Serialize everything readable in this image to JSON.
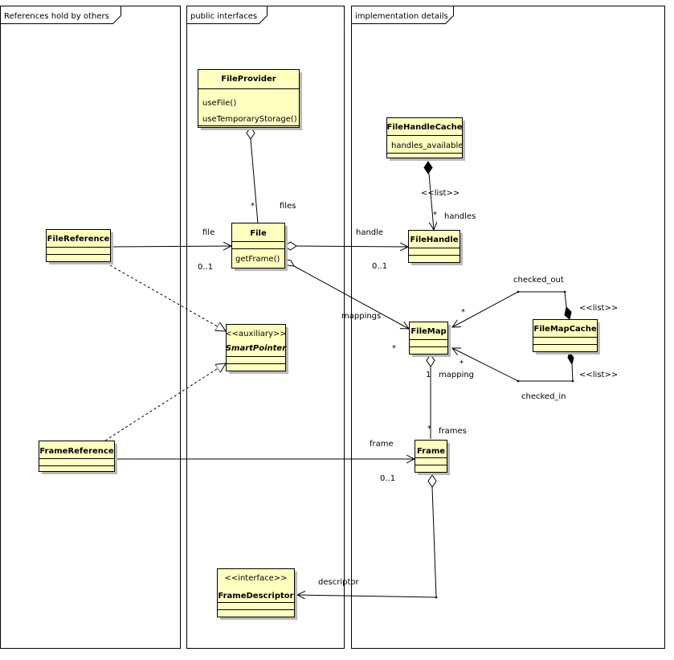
{
  "frames": {
    "references": "References hold by others",
    "public_interfaces": "public interfaces",
    "implementation": "implementation details"
  },
  "classes": {
    "file_provider": {
      "name": "FileProvider",
      "ops": [
        "useFile()",
        "useTemporaryStorage()"
      ]
    },
    "file_handle_cache": {
      "name": "FileHandleCache",
      "attr": "handles_available"
    },
    "file_reference": {
      "name": "FileReference"
    },
    "file": {
      "name": "File",
      "op": "getFrame()"
    },
    "file_handle": {
      "name": "FileHandle"
    },
    "smart_pointer": {
      "stereotype": "<<auxiliary>>",
      "name": "SmartPointer"
    },
    "file_map": {
      "name": "FileMap"
    },
    "file_map_cache": {
      "name": "FileMapCache"
    },
    "frame_reference": {
      "name": "FrameReference"
    },
    "frame": {
      "name": "Frame"
    },
    "frame_descriptor": {
      "stereotype": "<<interface>>",
      "name": "FrameDescriptor"
    }
  },
  "labels": {
    "files": "files",
    "files_mult": "*",
    "list_stereo": "<<list>>",
    "handles": "handles",
    "handles_mult": "*",
    "file": "file",
    "file_mult": "0..1",
    "handle": "handle",
    "handle_mult": "0..1",
    "mappings": "mappings",
    "mappings_mult": "*",
    "checked_out": "checked_out",
    "checked_out_mult": "*",
    "checked_out_stereo": "<<list>>",
    "checked_in": "checked_in",
    "checked_in_mult": "*",
    "checked_in_stereo": "<<list>>",
    "mapping": "mapping",
    "mapping_mult": "1",
    "frames": "frames",
    "frames_mult": "*",
    "frame": "frame",
    "frame_mult": "0..1",
    "descriptor": "descriptor"
  }
}
